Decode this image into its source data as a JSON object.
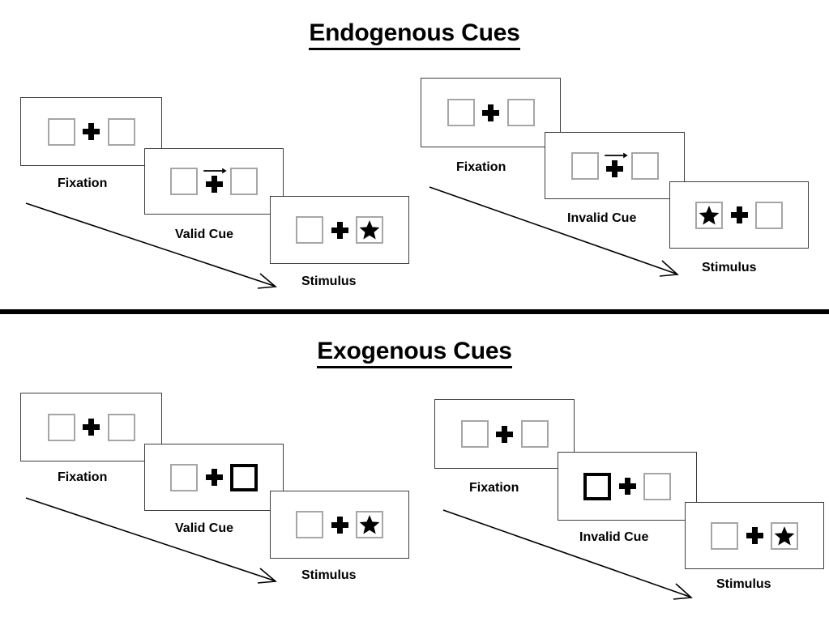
{
  "figure": {
    "title_top": "Endogenous Cues",
    "title_bottom": "Exogenous Cues"
  },
  "sections": [
    {
      "id": "endogenous",
      "title": "Endogenous Cues",
      "conditions": [
        {
          "id": "endogenous-valid",
          "frames": [
            {
              "label": "Fixation",
              "left_box": "empty",
              "right_box": "empty",
              "cue": "none",
              "arrow_direction": ""
            },
            {
              "label": "Valid Cue",
              "left_box": "empty",
              "right_box": "empty",
              "cue": "arrow",
              "arrow_direction": "right"
            },
            {
              "label": "Stimulus",
              "left_box": "empty",
              "right_box": "star",
              "cue": "none",
              "arrow_direction": ""
            }
          ]
        },
        {
          "id": "endogenous-invalid",
          "frames": [
            {
              "label": "Fixation",
              "left_box": "empty",
              "right_box": "empty",
              "cue": "none",
              "arrow_direction": ""
            },
            {
              "label": "Invalid Cue",
              "left_box": "empty",
              "right_box": "empty",
              "cue": "arrow",
              "arrow_direction": "right"
            },
            {
              "label": "Stimulus",
              "left_box": "star",
              "right_box": "empty",
              "cue": "none",
              "arrow_direction": ""
            }
          ]
        }
      ]
    },
    {
      "id": "exogenous",
      "title": "Exogenous Cues",
      "conditions": [
        {
          "id": "exogenous-valid",
          "frames": [
            {
              "label": "Fixation",
              "left_box": "empty",
              "right_box": "empty",
              "cue": "none",
              "arrow_direction": ""
            },
            {
              "label": "Valid Cue",
              "left_box": "empty",
              "right_box": "highlighted",
              "cue": "box-highlight-right",
              "arrow_direction": ""
            },
            {
              "label": "Stimulus",
              "left_box": "empty",
              "right_box": "star",
              "cue": "none",
              "arrow_direction": ""
            }
          ]
        },
        {
          "id": "exogenous-invalid",
          "frames": [
            {
              "label": "Fixation",
              "left_box": "empty",
              "right_box": "empty",
              "cue": "none",
              "arrow_direction": ""
            },
            {
              "label": "Invalid Cue",
              "left_box": "highlighted",
              "right_box": "empty",
              "cue": "box-highlight-left",
              "arrow_direction": ""
            },
            {
              "label": "Stimulus",
              "left_box": "empty",
              "right_box": "star",
              "cue": "none",
              "arrow_direction": ""
            }
          ]
        }
      ]
    }
  ],
  "labels": {
    "fixation": "Fixation",
    "valid_cue": "Valid Cue",
    "invalid_cue": "Invalid Cue",
    "stimulus": "Stimulus"
  },
  "icons": {
    "fixation_cross": "fixation-cross-icon",
    "arrow_cue": "arrow-right-cue-icon",
    "star": "star-icon",
    "time_arrow": "time-flow-arrow-icon"
  },
  "colors": {
    "ink": "#000000",
    "panel_border": "#3f3f3f",
    "box_border": "#a6a6a6",
    "cued_box_border": "#000000",
    "background": "#ffffff"
  }
}
